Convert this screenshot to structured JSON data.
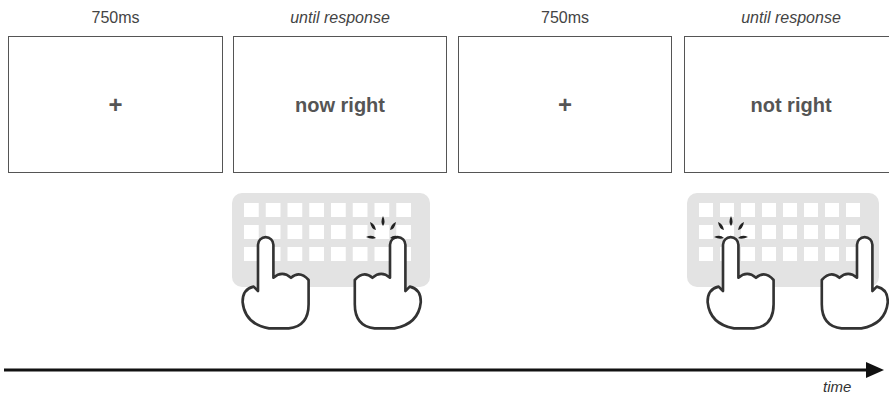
{
  "diagram": {
    "nodes": [
      {
        "text": [
          "750ms",
          "+"
        ]
      },
      {
        "text": [
          "until response",
          "now right"
        ]
      },
      {
        "text": [
          "750ms",
          "+"
        ]
      },
      {
        "text": [
          "until response",
          "not right"
        ]
      }
    ],
    "labels": [
      "time"
    ]
  }
}
